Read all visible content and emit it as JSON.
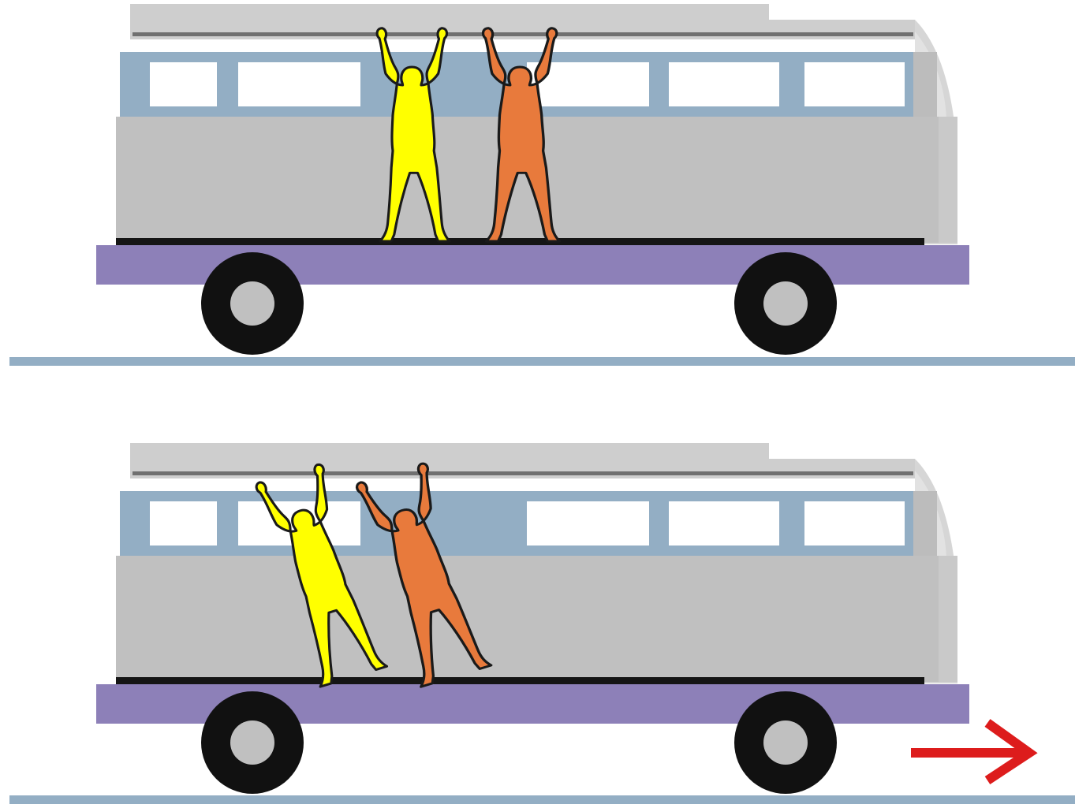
{
  "panels": [
    {
      "state": "stationary",
      "people": [
        {
          "color": "#ffff00",
          "pose": "upright"
        },
        {
          "color": "#e87a3c",
          "pose": "upright"
        }
      ],
      "motion_arrow": false
    },
    {
      "state": "accelerating",
      "people": [
        {
          "color": "#ffff00",
          "pose": "leaning-back"
        },
        {
          "color": "#e87a3c",
          "pose": "leaning-back"
        }
      ],
      "motion_arrow": true,
      "motion_direction": "right"
    }
  ],
  "colors": {
    "body": "#c0c0c0",
    "roof": "#cecece",
    "window_band": "#93aec4",
    "platform": "#8d80b8",
    "floor_strip": "#151515",
    "wheel": "#111111",
    "hub": "#c0c0c0",
    "rail": "#93aec4",
    "arrow": "#dd1c1c",
    "outline": "#1a1a1a"
  },
  "icons": {
    "arrow": "right-arrow-icon",
    "wheel": "wheel-icon"
  }
}
